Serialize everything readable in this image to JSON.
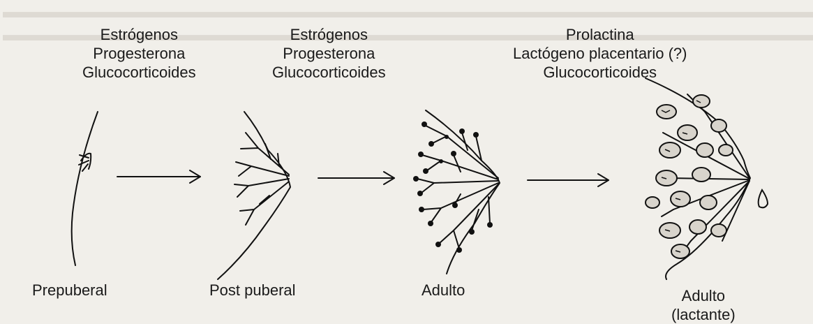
{
  "stages": [
    {
      "id": "prepuberal",
      "label": "Prepuberal"
    },
    {
      "id": "post-puberal",
      "label": "Post puberal"
    },
    {
      "id": "adulto",
      "label": "Adulto"
    },
    {
      "id": "adulto-lactante",
      "label_line1": "Adulto",
      "label_line2": "(lactante)"
    }
  ],
  "hormones": [
    {
      "lines": [
        "Estrógenos",
        "Progesterona",
        "Glucocorticoides"
      ]
    },
    {
      "lines": [
        "Estrógenos",
        "Progesterona",
        "Glucocorticoides"
      ]
    },
    {
      "lines": [
        "Prolactina",
        "Lactógeno placentario (?)",
        "Glucocorticoides"
      ]
    }
  ]
}
